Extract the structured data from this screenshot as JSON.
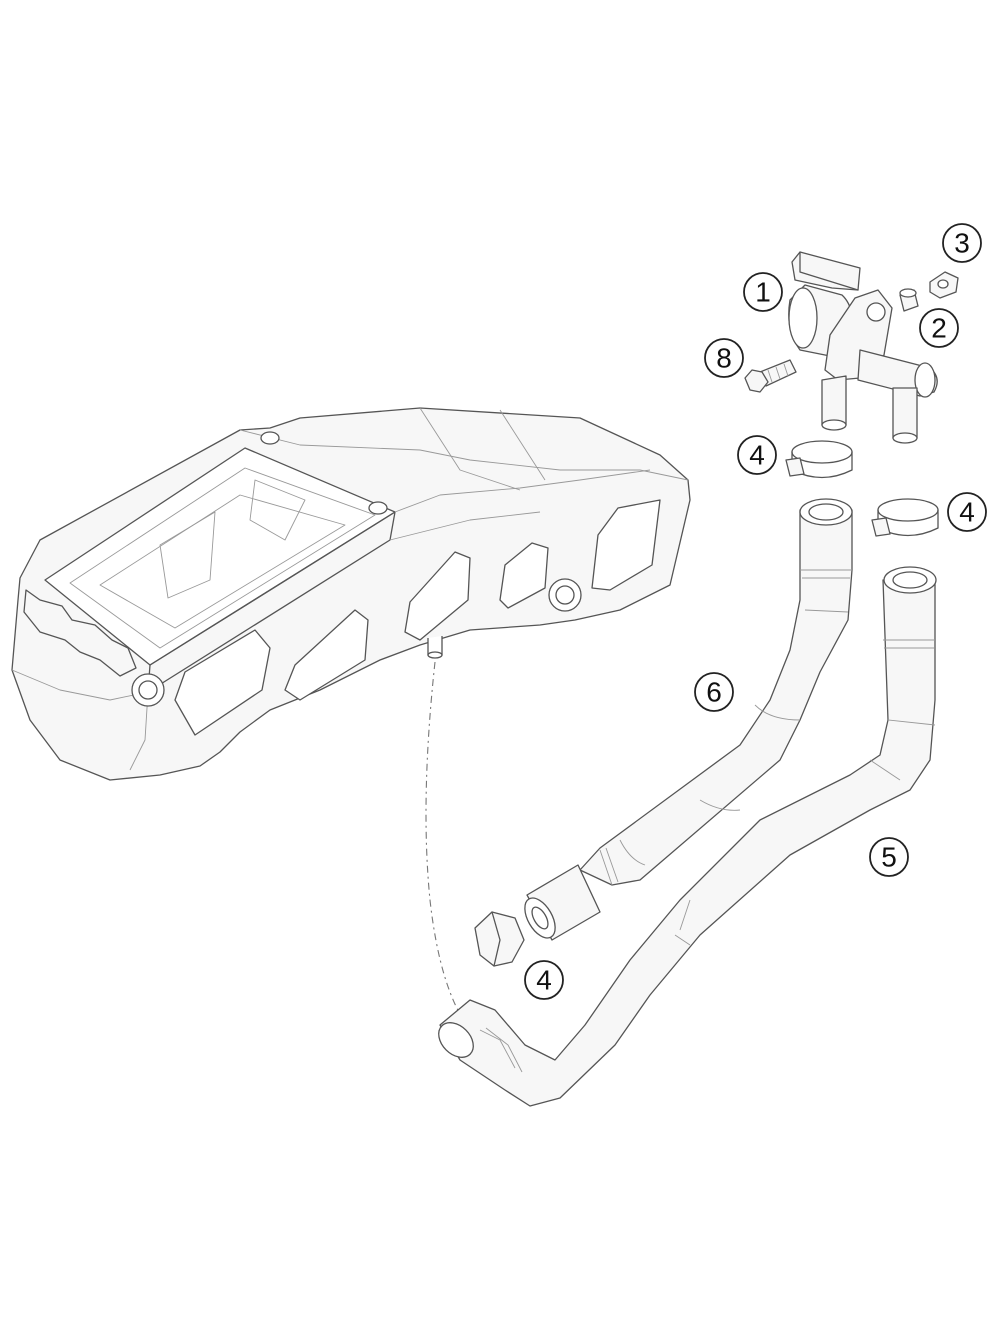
{
  "callouts": [
    {
      "id": "1",
      "label": "1"
    },
    {
      "id": "2",
      "label": "2"
    },
    {
      "id": "3",
      "label": "3"
    },
    {
      "id": "4a",
      "label": "4"
    },
    {
      "id": "4b",
      "label": "4"
    },
    {
      "id": "4c",
      "label": "4"
    },
    {
      "id": "5",
      "label": "5"
    },
    {
      "id": "6",
      "label": "6"
    },
    {
      "id": "8",
      "label": "8"
    }
  ]
}
